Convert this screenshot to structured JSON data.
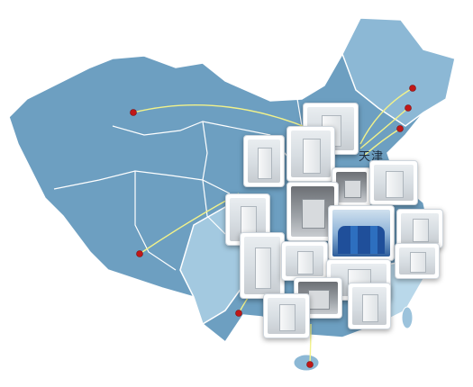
{
  "map": {
    "label_tianjin": "天津",
    "colors": {
      "land": "#6d9fc1",
      "land_light": "#9cc3dc",
      "land_pale": "#b9d8ea",
      "border": "#ffffff",
      "route": "#f2f28a",
      "marker": "#c01818"
    }
  },
  "photos": [
    {
      "kind": "machine"
    },
    {
      "kind": "machine"
    },
    {
      "kind": "machine"
    },
    {
      "kind": "dark"
    },
    {
      "kind": "machine"
    },
    {
      "kind": "machine"
    },
    {
      "kind": "dark"
    },
    {
      "kind": "people"
    },
    {
      "kind": "machine"
    },
    {
      "kind": "machine"
    },
    {
      "kind": "machine"
    },
    {
      "kind": "machine"
    },
    {
      "kind": "machine"
    },
    {
      "kind": "dark"
    },
    {
      "kind": "machine"
    },
    {
      "kind": "machine"
    }
  ]
}
